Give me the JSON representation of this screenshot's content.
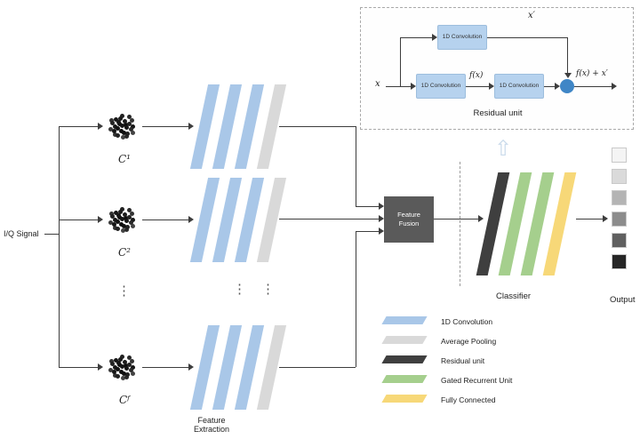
{
  "left": {
    "input_label": "I/Q Signal"
  },
  "ellipsis": "⋮",
  "channels": [
    {
      "label": "C¹"
    },
    {
      "label": "C²"
    },
    {
      "label": "Cᶠ"
    }
  ],
  "feature_extraction_label": "Feature Extraction",
  "fusion": {
    "label": "Feature Fusion",
    "color": "#5a5a5a"
  },
  "classifier": {
    "label": "Classifier"
  },
  "output": {
    "label": "Output",
    "squares": [
      "#f4f4f4",
      "#dadada",
      "#b4b4b4",
      "#8c8c8c",
      "#606060",
      "#262626"
    ]
  },
  "residual": {
    "title": "Residual unit",
    "conv_label": "1D Convolution",
    "x": "x",
    "x_prime": "x′",
    "fx": "f(x)",
    "out": "f(x) + x′",
    "add_node_color": "#3f86c6"
  },
  "legend": {
    "items": [
      {
        "label": "1D Convolution",
        "color": "#a9c7e8"
      },
      {
        "label": "Average Pooling",
        "color": "#d9d9d9"
      },
      {
        "label": "Residual unit",
        "color": "#3f3f3f"
      },
      {
        "label": "Gated Recurrent Unit",
        "color": "#a5cf8d"
      },
      {
        "label": "Fully Connected",
        "color": "#f7d878"
      }
    ]
  }
}
